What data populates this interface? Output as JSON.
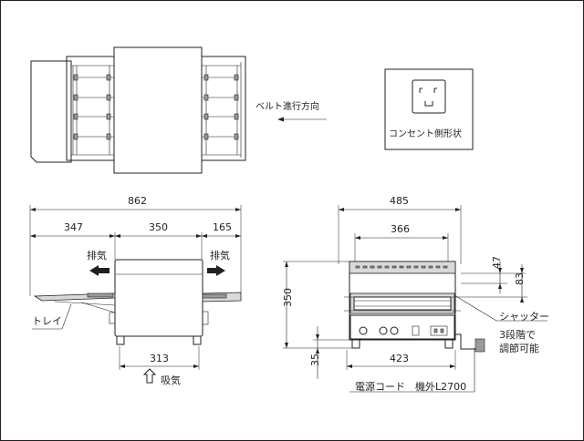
{
  "labels": {
    "belt_direction": "ベルト進行方向",
    "outlet_shape": "コンセント側形状",
    "exhaust_left": "排気",
    "exhaust_right": "排気",
    "intake": "吸気",
    "tray": "トレイ",
    "shutter": "シャッター",
    "shutter_adjust_line1": "3段階で",
    "shutter_adjust_line2": "調節可能",
    "power_cord": "電源コード",
    "cord_length": "機外L2700"
  },
  "dimensions": {
    "overall_width": "862",
    "left_section": "347",
    "center_section": "350",
    "right_section": "165",
    "base_width": "313",
    "total_depth": "485",
    "inner_depth": "366",
    "body_depth": "423",
    "height": "350",
    "leg_height": "35",
    "gap_top": "47",
    "shutter_range": "83"
  }
}
